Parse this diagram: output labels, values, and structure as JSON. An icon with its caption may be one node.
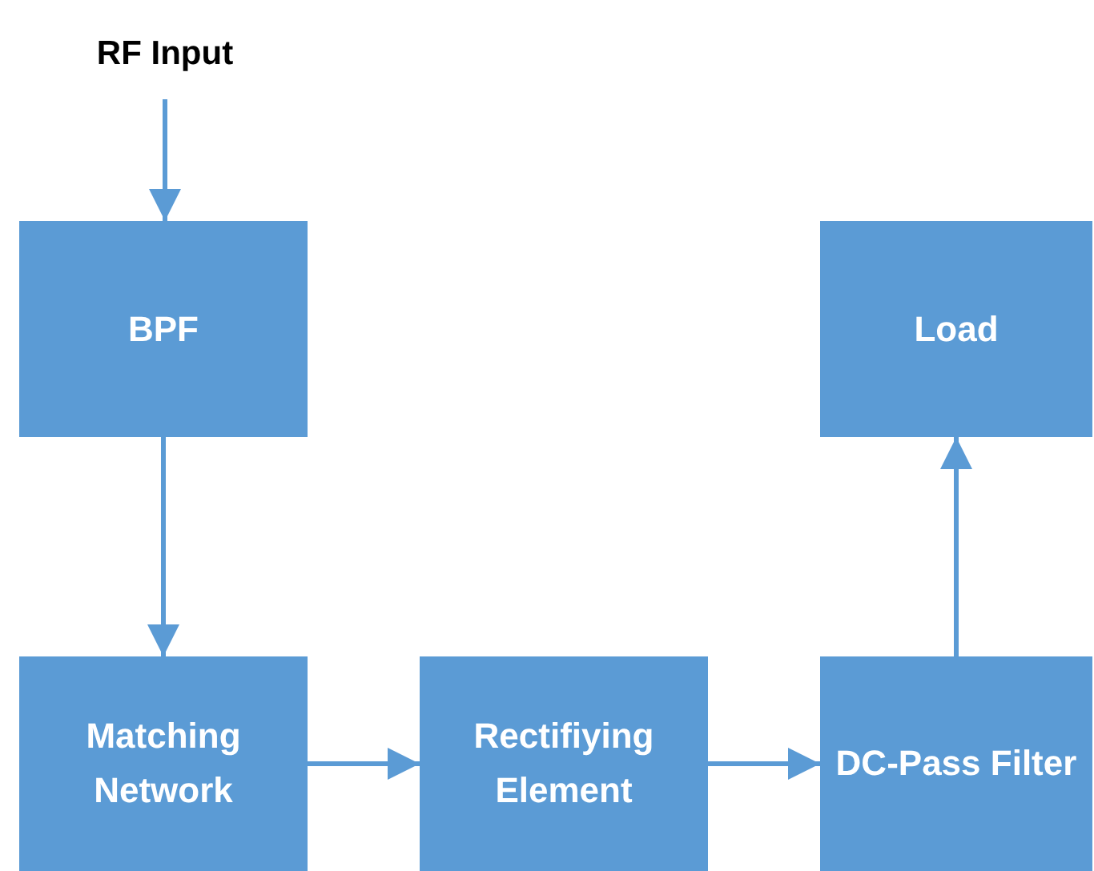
{
  "diagram": {
    "nodes": [
      {
        "text": [
          "RF Input"
        ]
      },
      {
        "text": [
          "BPF"
        ]
      },
      {
        "text": [
          "Load"
        ]
      },
      {
        "text": [
          "Matching Network"
        ]
      },
      {
        "text": [
          "Rectifiying Element"
        ]
      },
      {
        "text": [
          "DC-Pass Filter"
        ]
      }
    ],
    "edges": [
      {
        "from": 0,
        "to": 1,
        "arrow": "to"
      },
      {
        "from": 1,
        "to": 3,
        "arrow": "to"
      },
      {
        "from": 3,
        "to": 4,
        "arrow": "to"
      },
      {
        "from": 4,
        "to": 5,
        "arrow": "to"
      },
      {
        "from": 5,
        "to": 2,
        "arrow": "to"
      }
    ]
  }
}
